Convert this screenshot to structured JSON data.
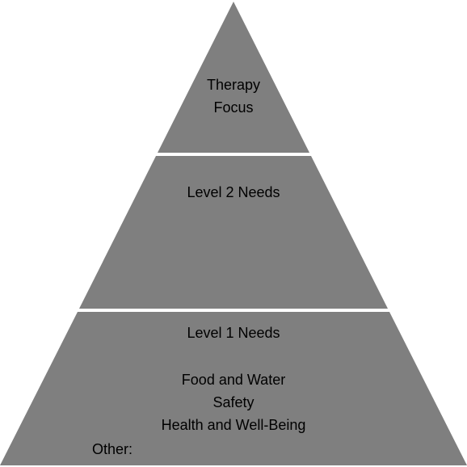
{
  "colors": {
    "tier_fill": "#7f7f7f",
    "separator": "#ffffff",
    "text": "#000000",
    "background": "#ffffff"
  },
  "pyramid": {
    "top_tier": {
      "lines": [
        "Therapy",
        "Focus"
      ]
    },
    "middle_tier": {
      "heading": "Level 2 Needs"
    },
    "bottom_tier": {
      "heading": "Level 1 Needs",
      "items": [
        "Food and Water",
        "Safety",
        "Health and Well-Being"
      ],
      "other_label": "Other:"
    }
  }
}
